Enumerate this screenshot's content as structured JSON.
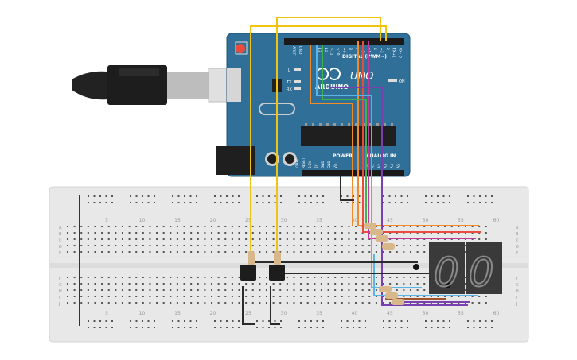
{
  "arduino": {
    "brand": "ARDUINO",
    "model": "UNO",
    "digital_label": "DIGITAL (PWM~)",
    "analog_label": "ANALOG IN",
    "power_label": "POWER",
    "on_label": "ON",
    "l_label": "L",
    "tx_label": "TX",
    "rx_label": "RX",
    "aref_label": "AREF",
    "gnd_label": "GND",
    "pin_labels_digital": [
      "13",
      "12",
      "~11",
      "~10",
      "~9",
      "8",
      "7",
      "~6",
      "~5",
      "4",
      "~3",
      "2",
      "TX→1",
      "RX←0"
    ],
    "power_pins": [
      "IOREF",
      "RESET",
      "3.3V",
      "5V",
      "GND",
      "GND",
      "Vin"
    ],
    "analog_pins": [
      "A0",
      "A1",
      "A2",
      "A3",
      "A4",
      "A5"
    ]
  },
  "breadboard": {
    "column_numbers": [
      "5",
      "10",
      "15",
      "20",
      "25",
      "30",
      "35",
      "40",
      "45",
      "50",
      "55",
      "60"
    ],
    "row_letters_top": [
      "A",
      "B",
      "C",
      "D",
      "E"
    ],
    "row_letters_bottom": [
      "F",
      "G",
      "H",
      "I",
      "J"
    ]
  },
  "display": {
    "digit_text": "00"
  },
  "colors": {
    "board": "#2f6f98",
    "breadboard": "#e8e8e8",
    "wire_yellow": "#f1c40f",
    "wire_orange": "#f28c28",
    "wire_red": "#e74c3c",
    "wire_magenta": "#c0399b",
    "wire_green": "#3cb54a",
    "wire_blue": "#5ab4e5",
    "wire_purple": "#7a3fb0",
    "wire_black": "#2b2b2b",
    "display_body": "#3a3a3a"
  }
}
